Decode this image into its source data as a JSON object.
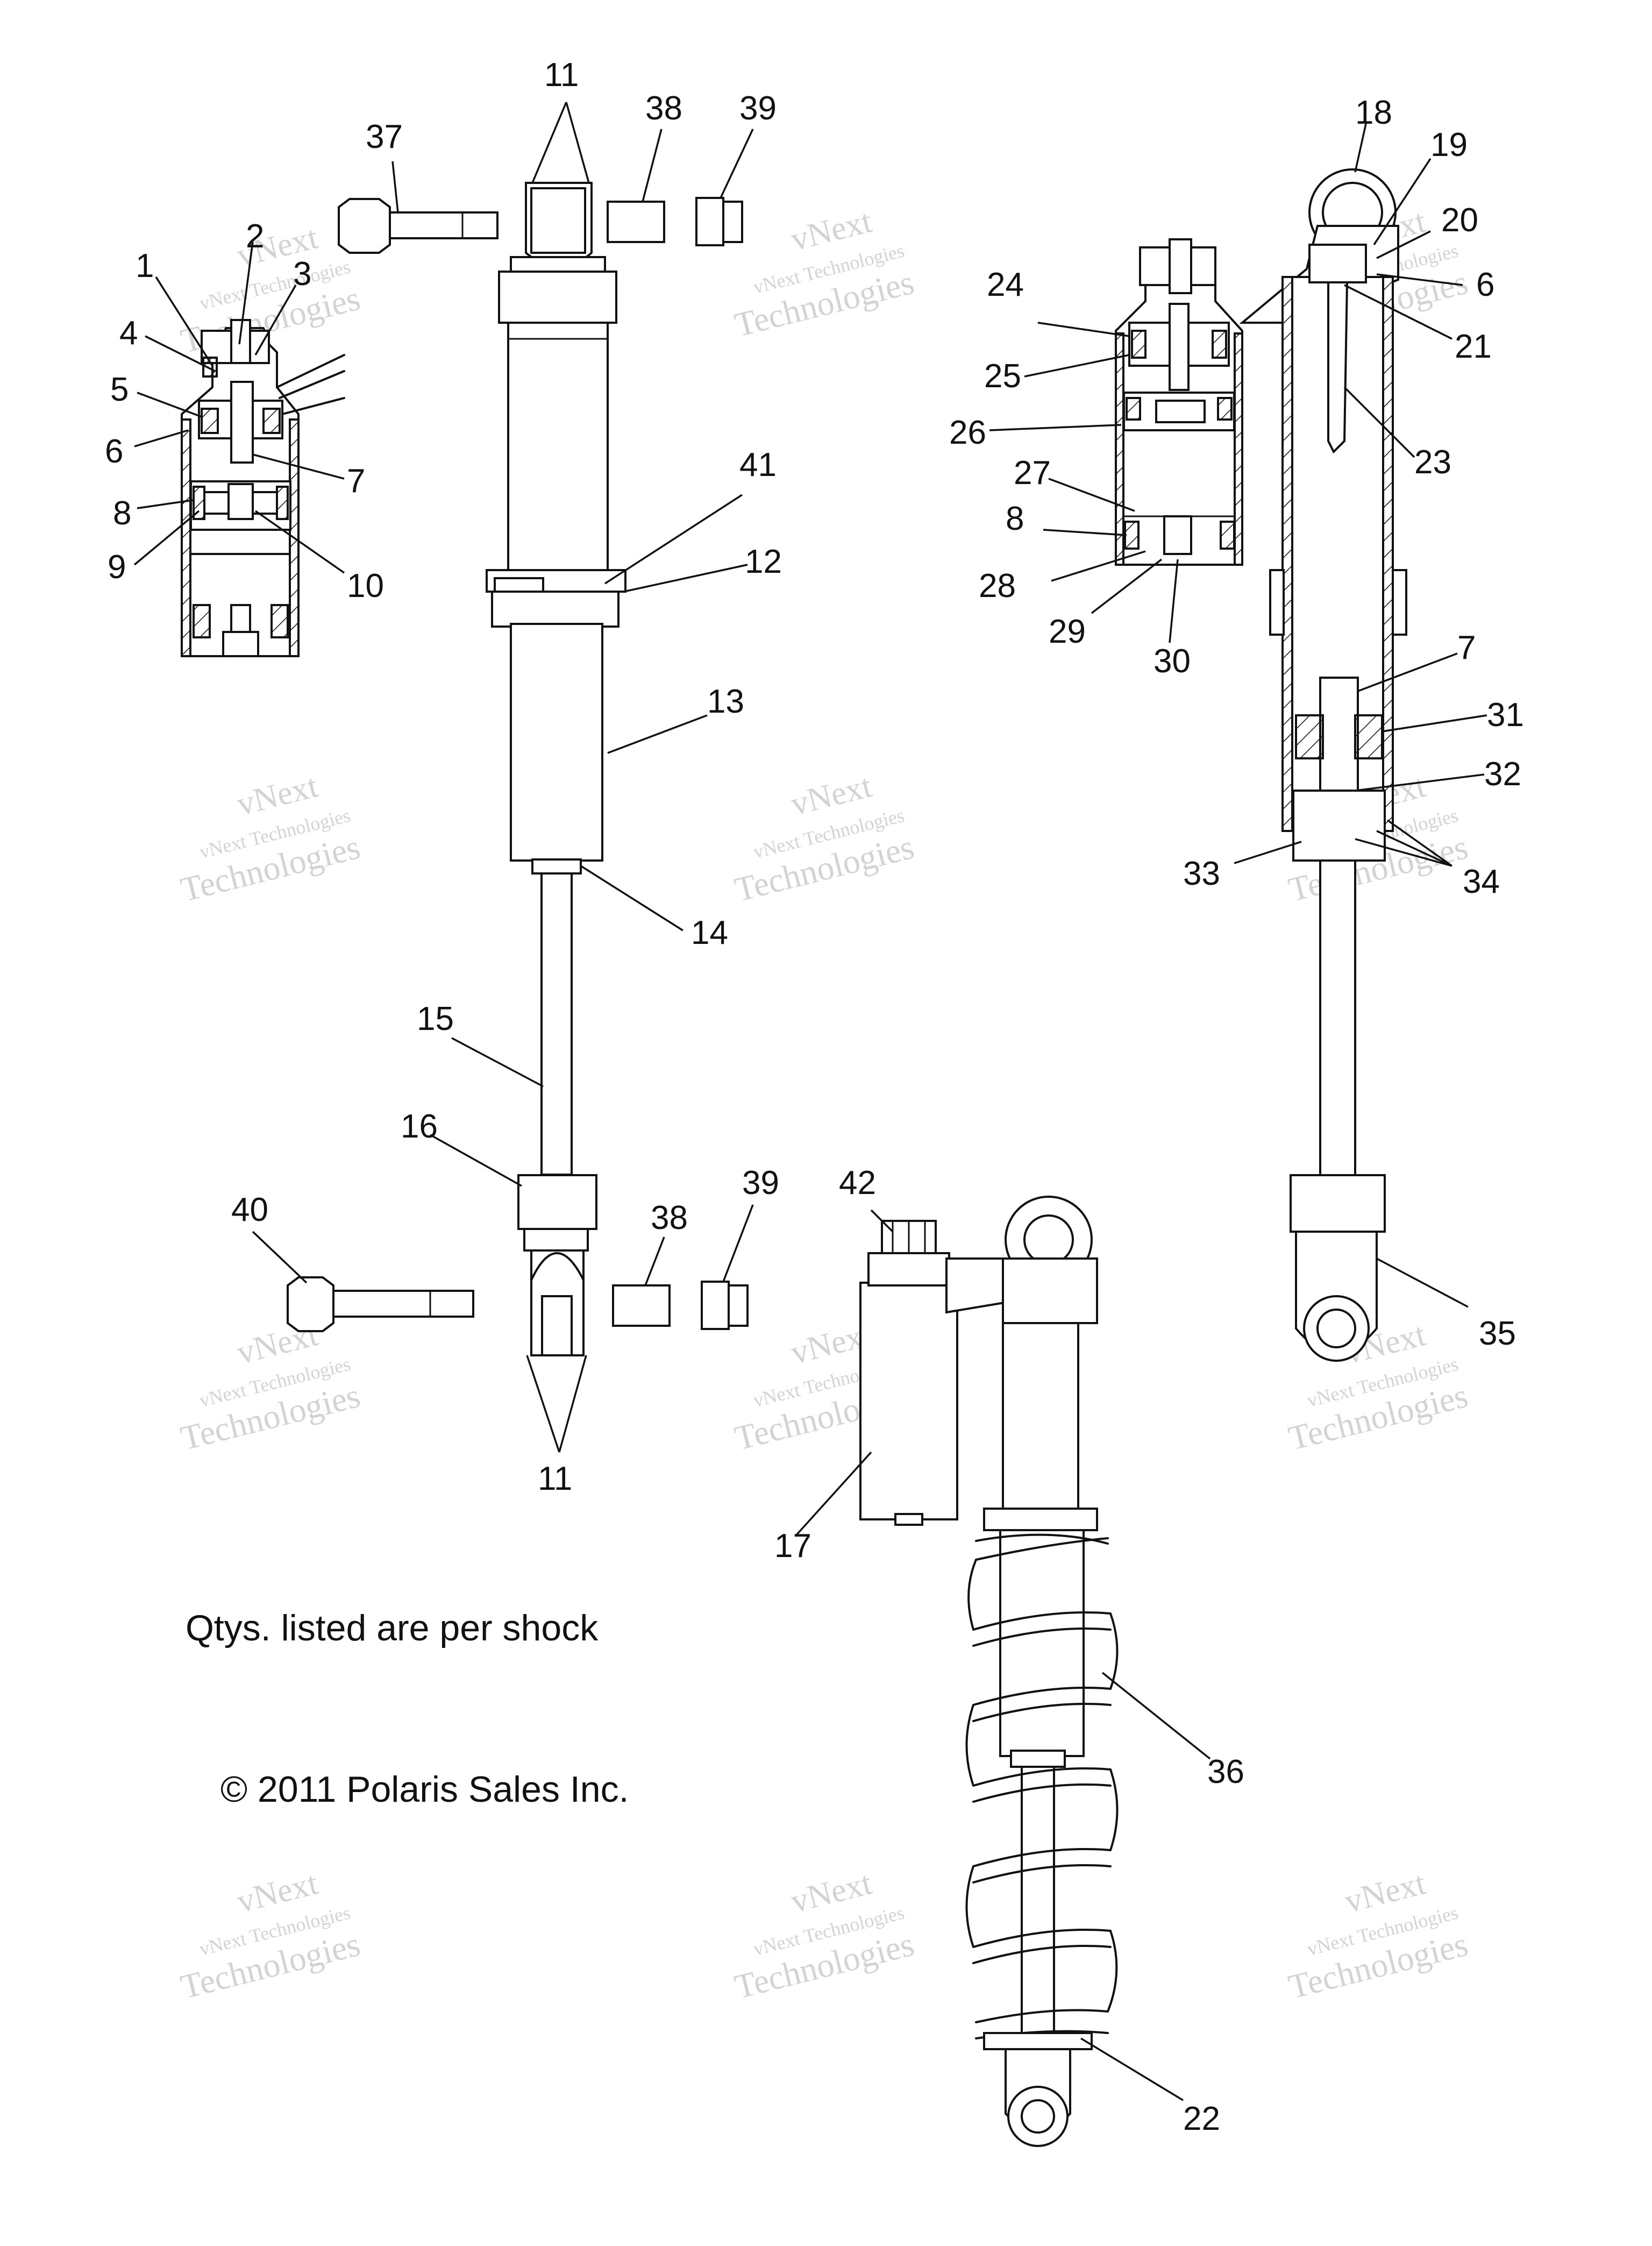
{
  "notes": {
    "qty_note": "Qtys. listed are per shock",
    "copyright": "© 2011 Polaris Sales Inc."
  },
  "watermark": {
    "line1": "vNext",
    "line2": "vNext Technologies",
    "line3": "Technologies"
  },
  "callouts": {
    "c1": "1",
    "c2": "2",
    "c3": "3",
    "c4": "4",
    "c5": "5",
    "c6a": "6",
    "c6b": "6",
    "c7a": "7",
    "c7b": "7",
    "c8a": "8",
    "c8b": "8",
    "c9": "9",
    "c10": "10",
    "c11a": "11",
    "c11b": "11",
    "c12": "12",
    "c13": "13",
    "c14": "14",
    "c15": "15",
    "c16": "16",
    "c17": "17",
    "c18": "18",
    "c19": "19",
    "c20": "20",
    "c21": "21",
    "c22": "22",
    "c23": "23",
    "c24": "24",
    "c25": "25",
    "c26": "26",
    "c27": "27",
    "c28": "28",
    "c29": "29",
    "c30": "30",
    "c31": "31",
    "c32": "32",
    "c33": "33",
    "c34": "34",
    "c35": "35",
    "c36": "36",
    "c37": "37",
    "c38a": "38",
    "c38b": "38",
    "c39a": "39",
    "c39b": "39",
    "c40": "40",
    "c41": "41",
    "c42": "42"
  }
}
